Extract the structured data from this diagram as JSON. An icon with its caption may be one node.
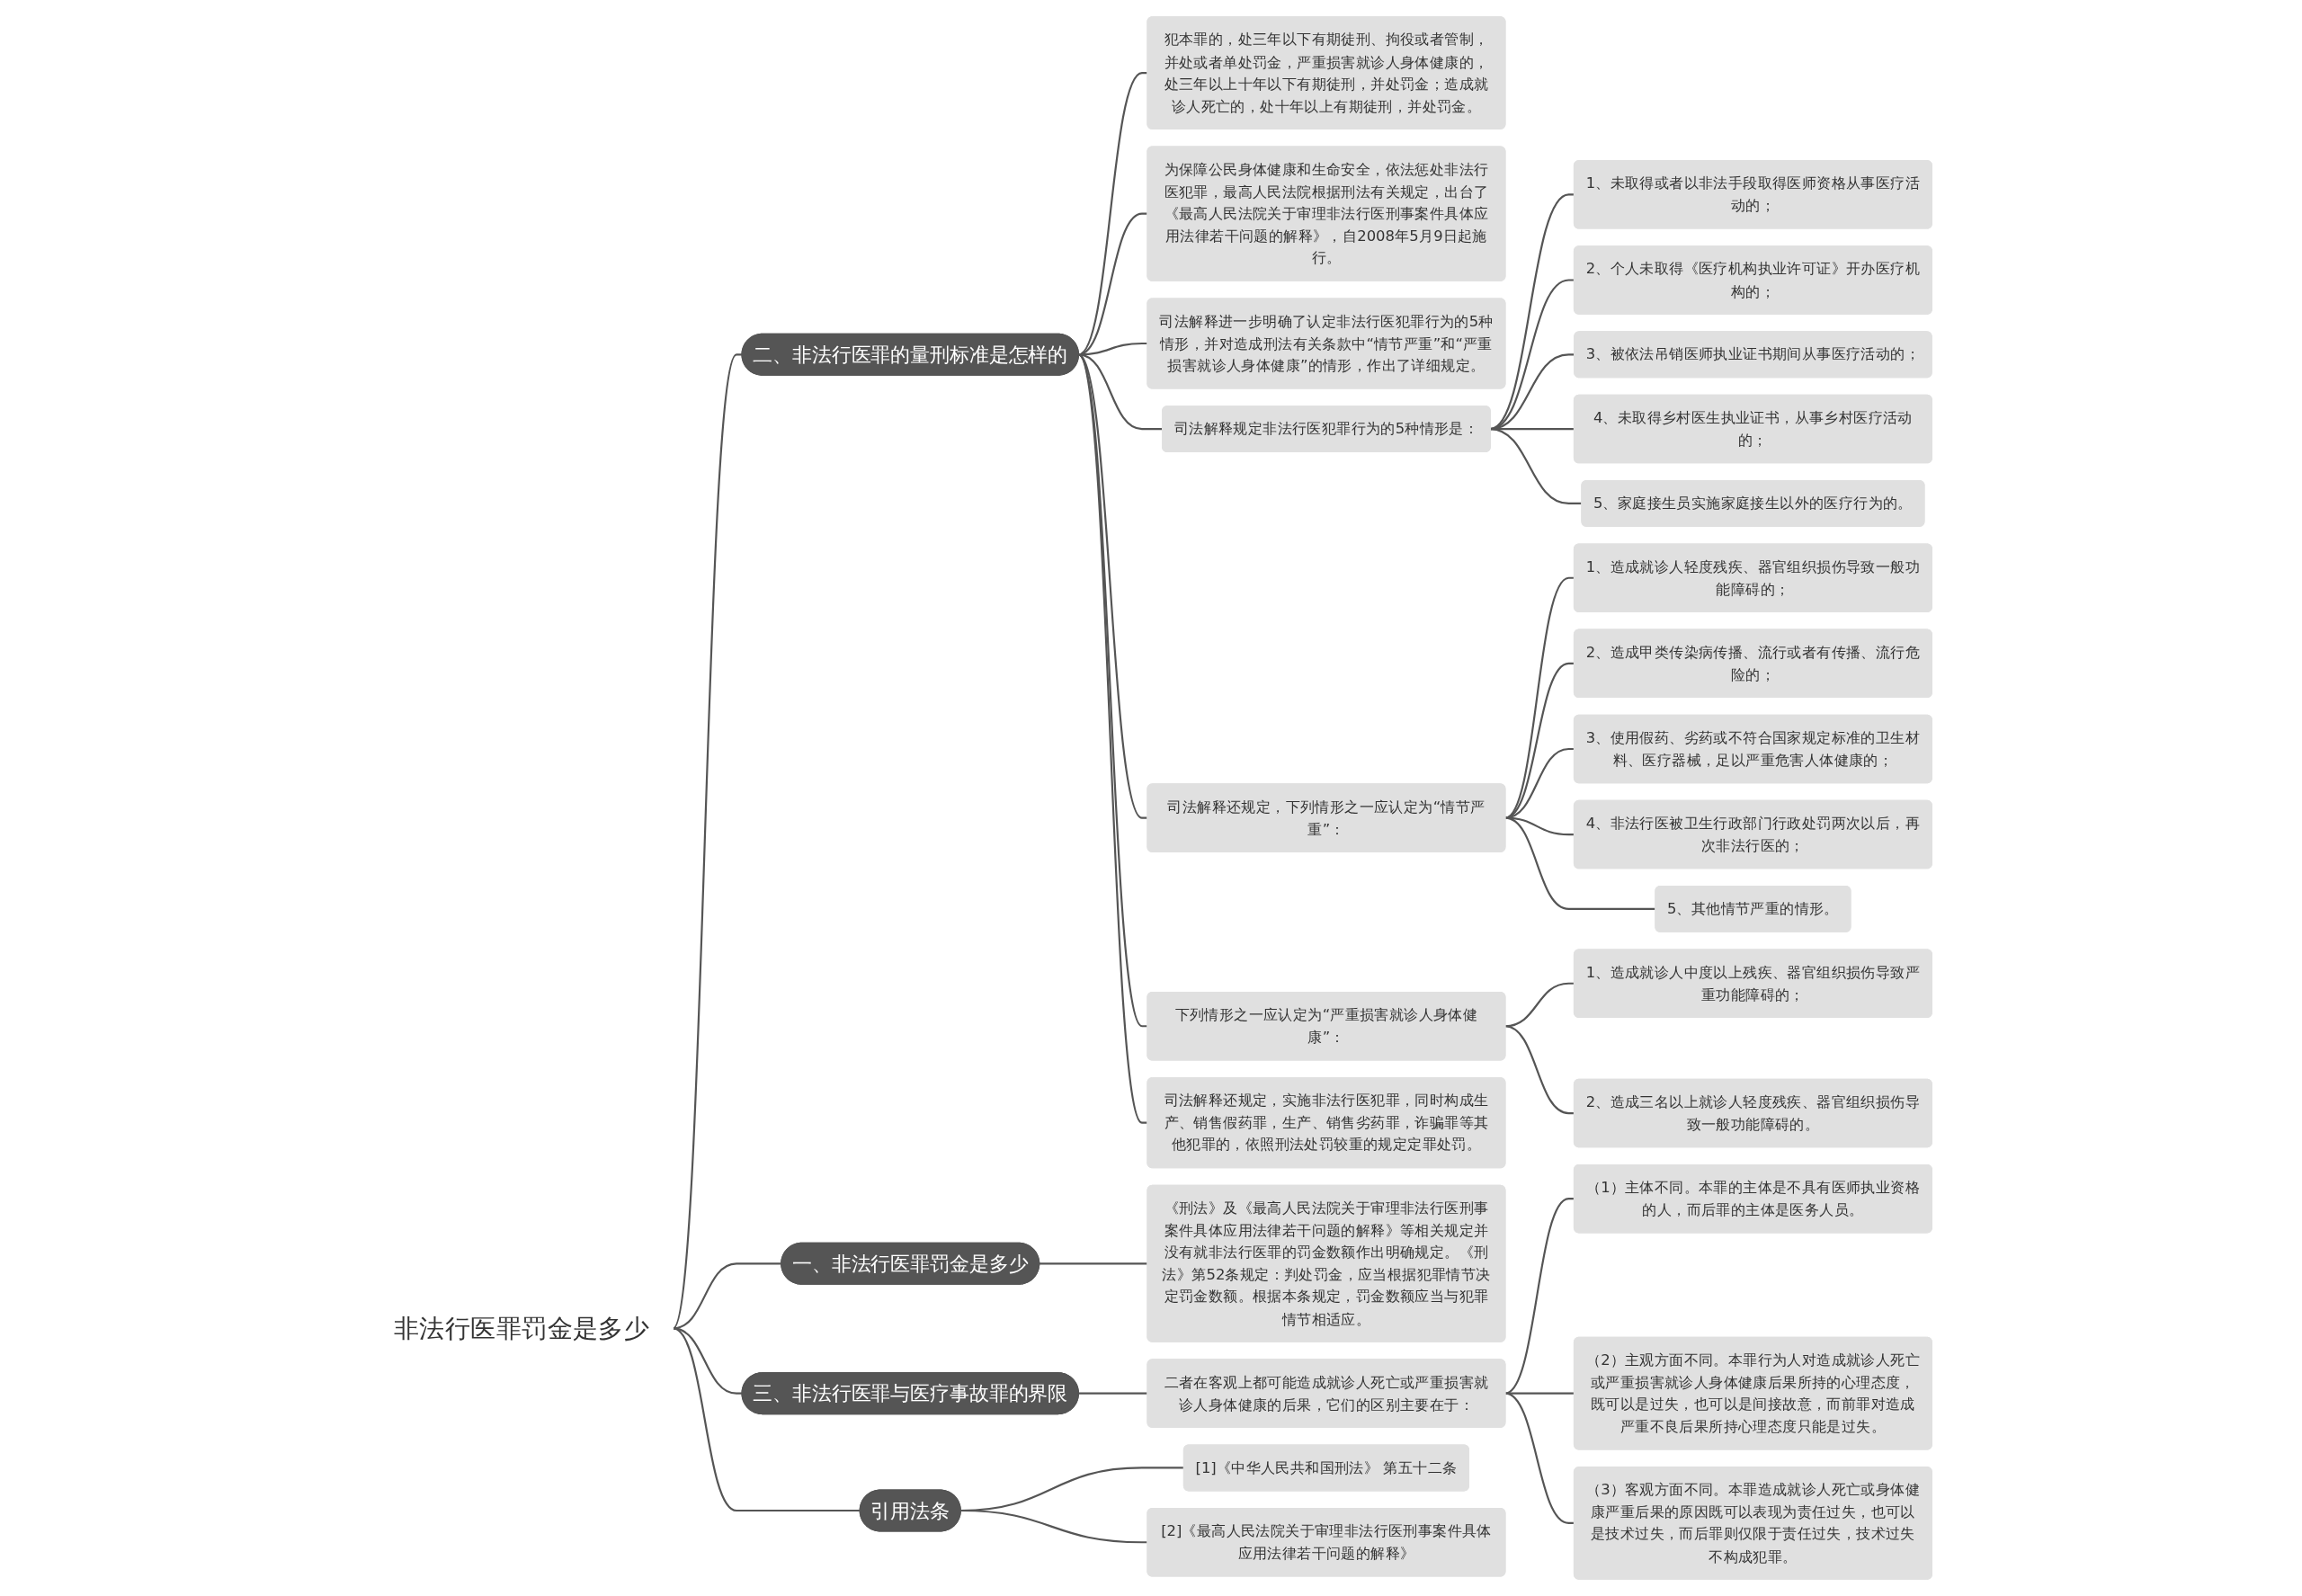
{
  "diagram": {
    "nodes": [
      {
        "text": [
          "非法行医罪罚金是多少"
        ]
      },
      {
        "text": [
          "二、非法行医罪的量刑标准是怎样的"
        ]
      },
      {
        "text": [
          "犯本罪的，处三年以下有期徒刑、拘役或者管制，并处或者单处罚金，严重损害就诊人身体健康的，处三年以上十年以下有期徒刑，并处罚金；造成就诊人死亡的，处十年以上有期徒刑，并处罚金。"
        ]
      },
      {
        "text": [
          "为保障公民身体健康和生命安全，依法惩处非法行医犯罪，最高人民法院根据刑法有关规定，出台了《最高人民法院关于审理非法行医刑事案件具体应用法律若干问题的解释》，自2008年5月9日起施行。"
        ]
      },
      {
        "text": [
          "司法解释进一步明确了认定非法行医犯罪行为的5种情形，并对造成刑法有关条款中“情节严重”和“严重损害就诊人身体健康”的情形，作出了详细规定。"
        ]
      },
      {
        "text": [
          "司法解释规定非法行医犯罪行为的5种情形是："
        ]
      },
      {
        "text": [
          "1、未取得或者以非法手段取得医师资格从事医疗活动的；"
        ]
      },
      {
        "text": [
          "2、个人未取得《医疗机构执业许可证》开办医疗机构的；"
        ]
      },
      {
        "text": [
          "3、被依法吊销医师执业证书期间从事医疗活动的；"
        ]
      },
      {
        "text": [
          "4、未取得乡村医生执业证书，从事乡村医疗活动的；"
        ]
      },
      {
        "text": [
          "5、家庭接生员实施家庭接生以外的医疗行为的。"
        ]
      },
      {
        "text": [
          "司法解释还规定，下列情形之一应认定为“情节严重”："
        ]
      },
      {
        "text": [
          "1、造成就诊人轻度残疾、器官组织损伤导致一般功能障碍的；"
        ]
      },
      {
        "text": [
          "2、造成甲类传染病传播、流行或者有传播、流行危险的；"
        ]
      },
      {
        "text": [
          "3、使用假药、劣药或不符合国家规定标准的卫生材料、医疗器械，足以严重危害人体健康的；"
        ]
      },
      {
        "text": [
          "4、非法行医被卫生行政部门行政处罚两次以后，再次非法行医的；"
        ]
      },
      {
        "text": [
          "5、其他情节严重的情形。"
        ]
      },
      {
        "text": [
          "下列情形之一应认定为“严重损害就诊人身体健康”："
        ]
      },
      {
        "text": [
          "1、造成就诊人中度以上残疾、器官组织损伤导致严重功能障碍的；"
        ]
      },
      {
        "text": [
          "2、造成三名以上就诊人轻度残疾、器官组织损伤导致一般功能障碍的。"
        ]
      },
      {
        "text": [
          "司法解释还规定，实施非法行医犯罪，同时构成生产、销售假药罪，生产、销售劣药罪，诈骗罪等其他犯罪的，依照刑法处罚较重的规定定罪处罚。"
        ]
      },
      {
        "text": [
          "一、非法行医罪罚金是多少"
        ]
      },
      {
        "text": [
          "《刑法》及《最高人民法院关于审理非法行医刑事案件具体应用法律若干问题的解释》等相关规定并没有就非法行医罪的罚金数额作出明确规定。《刑法》第52条规定：判处罚金，应当根据犯罪情节决定罚金数额。根据本条规定，罚金数额应当与犯罪情节相适应。"
        ]
      },
      {
        "text": [
          "三、非法行医罪与医疗事故罪的界限"
        ]
      },
      {
        "text": [
          "二者在客观上都可能造成就诊人死亡或严重损害就诊人身体健康的后果，它们的区别主要在于："
        ]
      },
      {
        "text": [
          "（1）主体不同。本罪的主体是不具有医师执业资格的人，而后罪的主体是医务人员。"
        ]
      },
      {
        "text": [
          "（2）主观方面不同。本罪行为人对造成就诊人死亡或严重损害就诊人身体健康后果所持的心理态度，既可以是过失，也可以是间接故意，而前罪对造成严重不良后果所持心理态度只能是过失。"
        ]
      },
      {
        "text": [
          "（3）客观方面不同。本罪造成就诊人死亡或身体健康严重后果的原因既可以表现为责任过失，也可以是技术过失，而后罪则仅限于责任过失，技术过失不构成犯罪。"
        ]
      },
      {
        "text": [
          "引用法条"
        ]
      },
      {
        "text": [
          "[1]《中华人民共和国刑法》 第五十二条"
        ]
      },
      {
        "text": [
          "[2]《最高人民法院关于审理非法行医刑事案件具体应用法律若干问题的解释》"
        ]
      }
    ],
    "edges": [
      {
        "from": 0,
        "to": 1,
        "arrow": "none"
      },
      {
        "from": 1,
        "to": 2,
        "arrow": "none"
      },
      {
        "from": 1,
        "to": 3,
        "arrow": "none"
      },
      {
        "from": 1,
        "to": 4,
        "arrow": "none"
      },
      {
        "from": 1,
        "to": 5,
        "arrow": "none"
      },
      {
        "from": 5,
        "to": 6,
        "arrow": "none"
      },
      {
        "from": 5,
        "to": 7,
        "arrow": "none"
      },
      {
        "from": 5,
        "to": 8,
        "arrow": "none"
      },
      {
        "from": 5,
        "to": 9,
        "arrow": "none"
      },
      {
        "from": 5,
        "to": 10,
        "arrow": "none"
      },
      {
        "from": 1,
        "to": 11,
        "arrow": "none"
      },
      {
        "from": 11,
        "to": 12,
        "arrow": "none"
      },
      {
        "from": 11,
        "to": 13,
        "arrow": "none"
      },
      {
        "from": 11,
        "to": 14,
        "arrow": "none"
      },
      {
        "from": 11,
        "to": 15,
        "arrow": "none"
      },
      {
        "from": 11,
        "to": 16,
        "arrow": "none"
      },
      {
        "from": 1,
        "to": 17,
        "arrow": "none"
      },
      {
        "from": 17,
        "to": 18,
        "arrow": "none"
      },
      {
        "from": 17,
        "to": 19,
        "arrow": "none"
      },
      {
        "from": 1,
        "to": 20,
        "arrow": "none"
      },
      {
        "from": 0,
        "to": 21,
        "arrow": "none"
      },
      {
        "from": 21,
        "to": 22,
        "arrow": "none"
      },
      {
        "from": 0,
        "to": 23,
        "arrow": "none"
      },
      {
        "from": 23,
        "to": 24,
        "arrow": "none"
      },
      {
        "from": 24,
        "to": 25,
        "arrow": "none"
      },
      {
        "from": 24,
        "to": 26,
        "arrow": "none"
      },
      {
        "from": 24,
        "to": 27,
        "arrow": "none"
      },
      {
        "from": 0,
        "to": 28,
        "arrow": "none"
      },
      {
        "from": 28,
        "to": 29,
        "arrow": "none"
      },
      {
        "from": 28,
        "to": 30,
        "arrow": "none"
      }
    ]
  }
}
